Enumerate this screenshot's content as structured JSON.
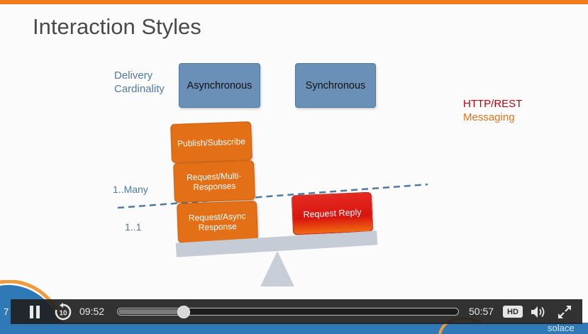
{
  "slide": {
    "title": "Interaction Styles",
    "delivery_label_line1": "Delivery",
    "delivery_label_line2": "Cardinality",
    "async_label": "Asynchronous",
    "sync_label": "Synchronous",
    "legend_http": "HTTP/REST",
    "legend_messaging": "Messaging",
    "pubsub_label": "Publish/Subscribe",
    "multi_line1": "Request/Multi-",
    "multi_line2": "Responses",
    "async_line1": "Request/Async",
    "async_line2": "Response",
    "reqreply_label": "Request Reply",
    "many_label": "1..Many",
    "one_label": "1..1",
    "colors": {
      "accent": "#f07c1e",
      "blue": "#6b90b8",
      "http": "#c0000b",
      "messaging": "#e0731d"
    }
  },
  "player": {
    "current_time": "09:52",
    "total_time": "50:57",
    "hd_label": "HD",
    "progress_percent": 19.3
  },
  "background": {
    "corner_number": "7",
    "brand_text": "solace"
  }
}
